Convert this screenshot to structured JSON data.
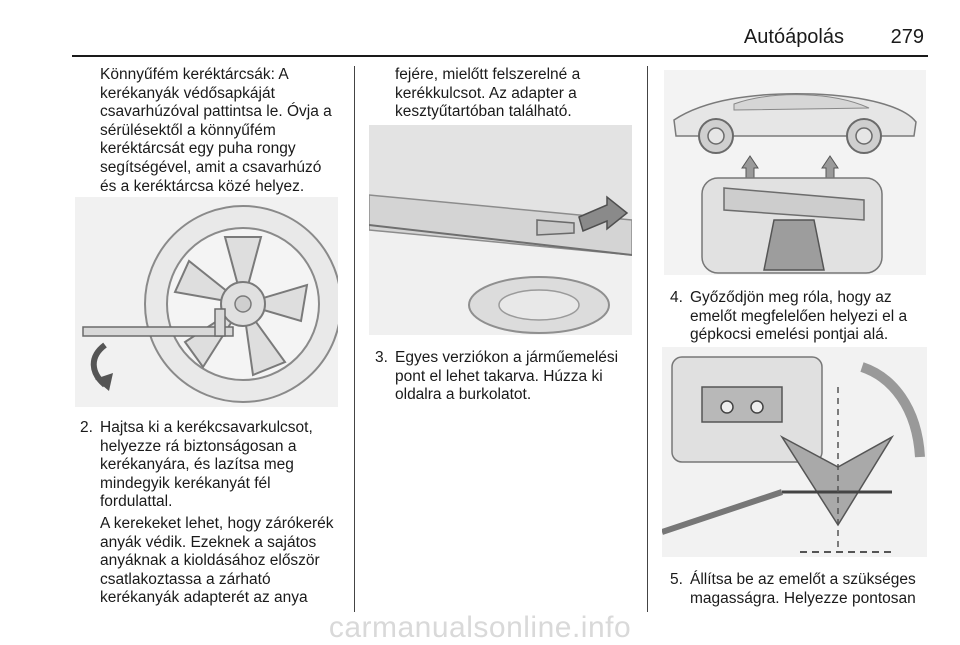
{
  "header": {
    "title": "Autóápolás",
    "page_number": "279"
  },
  "col1": {
    "intro": [
      "Könnyűfém keréktárcsák: A",
      "kerékanyák védősapkáját",
      "csavarhúzóval pattintsa le. Óvja a",
      "sérülésektől a könnyűfém",
      "keréktárcsát egy puha rongy",
      "segítségével, amit a csavarhúzó",
      "és a keréktárcsa közé helyez."
    ],
    "step2_num": "2.",
    "step2": [
      "Hajtsa ki a kerékcsavarkulcsot,",
      "helyezze rá biztonságosan a",
      "kerékanyára, és lazítsa meg",
      "mindegyik kerékanyát fél",
      "fordulattal."
    ],
    "para": [
      "A kerekeket lehet, hogy zárókerék",
      "anyák védik. Ezeknek a sajátos",
      "anyáknak a kioldásához először",
      "csatlakoztassa a zárható",
      "kerékanyák adapterét az anya"
    ]
  },
  "col2": {
    "intro": [
      "fejére, mielőtt felszerelné a",
      "kerékkulcsot. Az adapter a",
      "kesztyűtartóban található."
    ],
    "step3_num": "3.",
    "step3": [
      "Egyes verziókon a járműemelési",
      "pont el lehet takarva. Húzza ki",
      "oldalra a burkolatot."
    ]
  },
  "col3": {
    "step4_num": "4.",
    "step4": [
      "Győződjön meg róla, hogy az",
      "emelőt megfelelően helyezi el a",
      "gépkocsi emelési pontjai alá."
    ],
    "step5_num": "5.",
    "step5": [
      "Állítsa be az emelőt a szükséges",
      "magasságra. Helyezze pontosan"
    ]
  },
  "watermark": "carmanualsonline.info"
}
